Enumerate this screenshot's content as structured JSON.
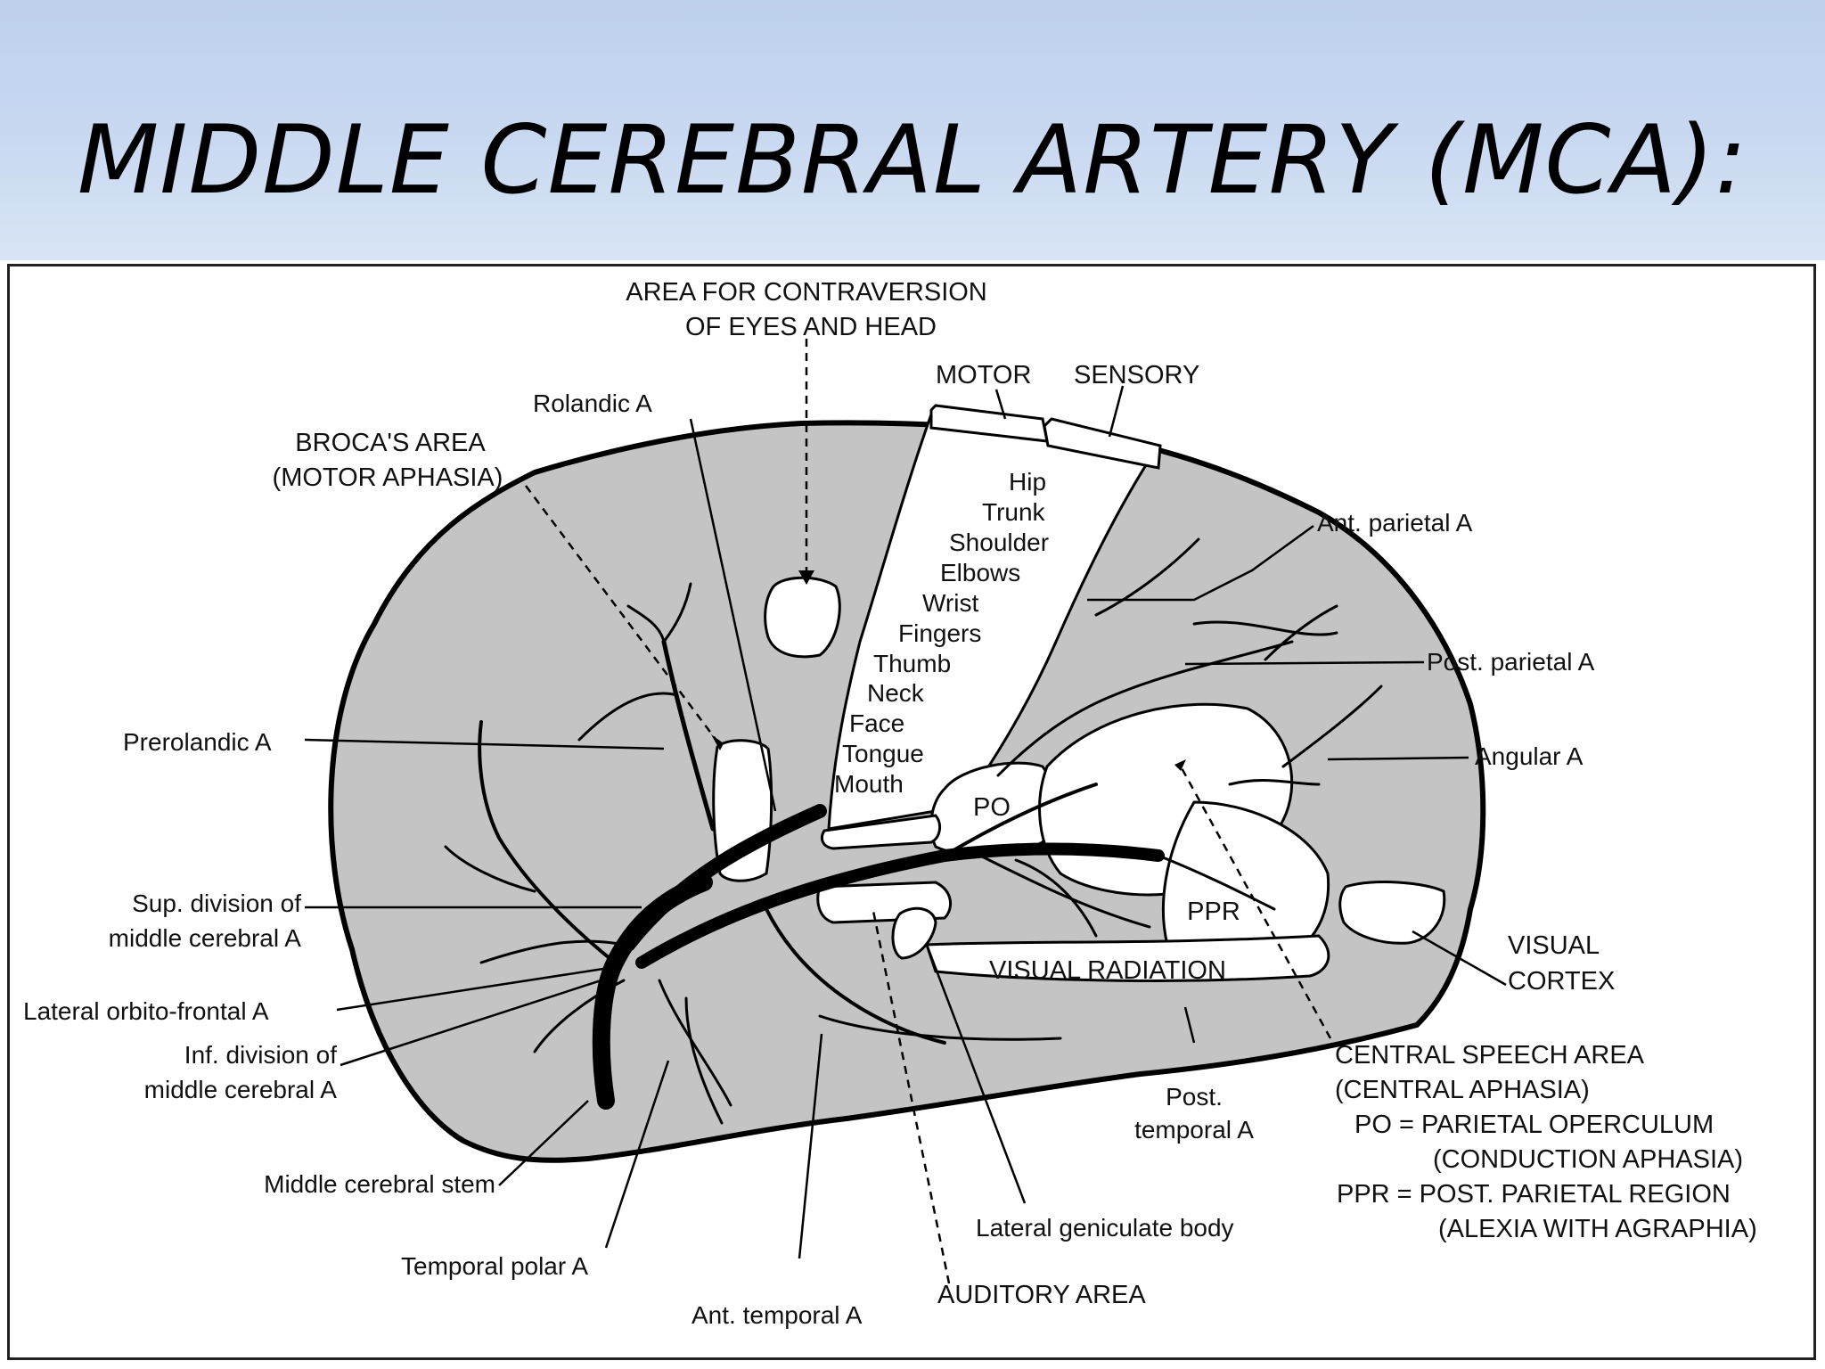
{
  "title": "MIDDLE CEREBRAL ARTERY (MCA):",
  "colors": {
    "header_bg": "#c9d9f1",
    "brain_fill": "#c4c4c4",
    "outline": "#000000",
    "artery": "#000000"
  },
  "diagram": {
    "areas": {
      "contraversion_1": "AREA FOR CONTRAVERSION",
      "contraversion_2": "OF EYES AND HEAD",
      "motor": "MOTOR",
      "sensory": "SENSORY",
      "brocas_1": "BROCA'S AREA",
      "brocas_2": "(MOTOR APHASIA)",
      "po": "PO",
      "ppr": "PPR",
      "visual_radiation": "VISUAL RADIATION",
      "visual_cortex_1": "VISUAL",
      "visual_cortex_2": "CORTEX",
      "auditory": "AUDITORY AREA",
      "lateral_geniculate": "Lateral geniculate body"
    },
    "homunculus": [
      "Hip",
      "Trunk",
      "Shoulder",
      "Elbows",
      "Wrist",
      "Fingers",
      "Thumb",
      "Neck",
      "Face",
      "Tongue",
      "Mouth"
    ],
    "arteries": {
      "rolandic": "Rolandic A",
      "prerolandic": "Prerolandic A",
      "sup_division_1": "Sup. division of",
      "sup_division_2": "middle cerebral A",
      "lateral_orbito_frontal": "Lateral orbito-frontal A",
      "inf_division_1": "Inf. division of",
      "inf_division_2": "middle cerebral A",
      "mca_stem": "Middle cerebral stem",
      "temporal_polar": "Temporal polar A",
      "ant_temporal": "Ant. temporal A",
      "post_temporal_1": "Post.",
      "post_temporal_2": "temporal A",
      "ant_parietal": "Ant. parietal A",
      "post_parietal": "Post. parietal A",
      "angular": "Angular A"
    },
    "legend": {
      "line1": "CENTRAL SPEECH AREA",
      "line2": "(CENTRAL APHASIA)",
      "line3": "PO = PARIETAL OPERCULUM",
      "line4": "(CONDUCTION APHASIA)",
      "line5": "PPR = POST. PARIETAL REGION",
      "line6": "(ALEXIA WITH AGRAPHIA)"
    }
  }
}
